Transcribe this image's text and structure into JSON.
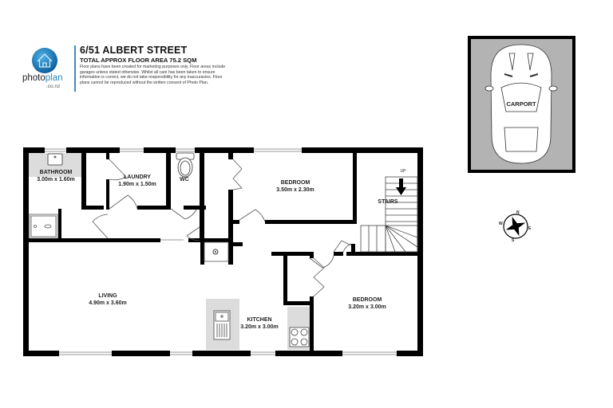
{
  "header": {
    "address": "6/51 ALBERT STREET",
    "total_area": "TOTAL APPROX FLOOR AREA 75.2 SQM",
    "disclaimer": "Floor plans have been created for marketing purposes only. Floor areas include garages unless stated otherwise. Whilst all care has been taken to ensure information is correct, we do not take responsibility for any inaccuracies. Floor plans cannot be reproduced without the written consent of Photo Plan."
  },
  "logo": {
    "brand_part1": "photo",
    "brand_part2": "plan",
    "domain": ".co.nz",
    "icon": "house-globe-icon",
    "accent_color": "#2a8ac2"
  },
  "rooms": [
    {
      "name": "BATHROOM",
      "dims": "3.00m  x 1.60m"
    },
    {
      "name": "LAUNDRY",
      "dims": "1.90m  x 1.50m"
    },
    {
      "name": "WC",
      "dims": ""
    },
    {
      "name": "BEDROOM",
      "dims": "3.50m  x 2.30m"
    },
    {
      "name": "STAIRS",
      "dims": ""
    },
    {
      "name": "LIVING",
      "dims": "4.90m  x 3.60m"
    },
    {
      "name": "KITCHEN",
      "dims": "3.20m  x 3.00m"
    },
    {
      "name": "BEDROOM",
      "dims": "3.20m  x 3.00m"
    }
  ],
  "stairs": {
    "direction_label": "UP"
  },
  "carport": {
    "label": "CARPORT",
    "fill_color": "#b3b3b3"
  },
  "compass": {
    "n": "N",
    "s": "S",
    "e": "E",
    "w": "W"
  },
  "colors": {
    "wall": "#000000",
    "wet_area": "#dcdcdc"
  }
}
